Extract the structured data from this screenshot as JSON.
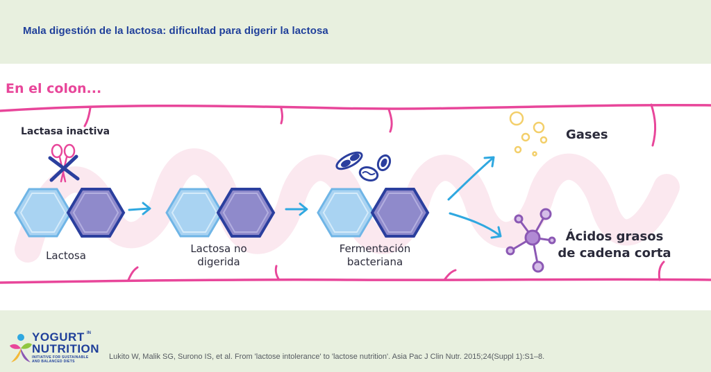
{
  "header": {
    "title": "Mala digestión de la lactosa: dificultad para digerir la lactosa"
  },
  "diagram": {
    "section_title": "En el colon...",
    "labels": {
      "inactive_lactase": "Lactasa inactiva",
      "lactose": "Lactosa",
      "undigested_line1": "Lactosa no",
      "undigested_line2": "digerida",
      "fermentation_line1": "Fermentación",
      "fermentation_line2": "bacteriana",
      "gases": "Gases",
      "fatty_acids_line1": "Ácidos grasos",
      "fatty_acids_line2": "de cadena corta"
    },
    "colors": {
      "pink": "#e8469a",
      "light_hexagon": "#a9d3f2",
      "dark_hexagon": "#8f8acb",
      "arrow_blue": "#2fa8e0",
      "gas_yellow": "#f3cf6a",
      "molecule_purple": "#8b58b4",
      "bacteria_blue": "#2b3f9e"
    }
  },
  "footer": {
    "logo_line1": "YOGURT",
    "logo_in": "IN",
    "logo_line2": "NUTRITION",
    "logo_tagline": "INITIATIVE FOR SUSTAINABLE AND BALANCED DIETS",
    "citation": "Lukito W, Malik SG, Surono IS, et al. From 'lactose intolerance' to 'lactose nutrition'. Asia Pac J Clin Nutr. 2015;24(Suppl 1):S1–8."
  }
}
